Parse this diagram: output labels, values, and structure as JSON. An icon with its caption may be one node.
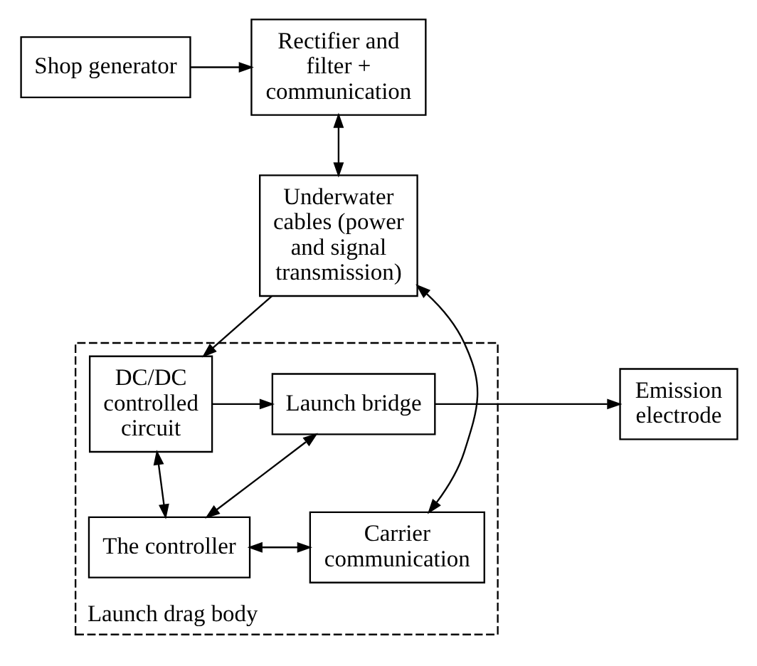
{
  "diagram": {
    "nodes": [
      {
        "text": [
          "Rectifier and filter + communication"
        ]
      },
      {
        "text": [
          "Shop generator"
        ]
      },
      {
        "text": [
          "Underwater cables (power and signal transmission)"
        ]
      },
      {
        "text": [
          "Launch drag body"
        ]
      },
      {
        "text": [
          "DC/DC controlled circuit"
        ],
        "in": 3
      },
      {
        "text": [
          "Launch bridge"
        ],
        "in": 3
      },
      {
        "text": [
          "Emission electrode"
        ]
      },
      {
        "text": [
          "Carrier communication"
        ],
        "in": 3
      },
      {
        "text": [
          "The controller"
        ],
        "in": 3
      }
    ],
    "edges": [
      {
        "from": 1,
        "to": 0,
        "arrow": "to"
      },
      {
        "from": 0,
        "to": 2,
        "arrow": "both"
      },
      {
        "from": 2,
        "to": 4,
        "arrow": "to"
      },
      {
        "from": 2,
        "to": 7,
        "arrow": "both"
      },
      {
        "from": 4,
        "to": 5,
        "arrow": "to"
      },
      {
        "from": 5,
        "to": 6,
        "arrow": "to"
      },
      {
        "from": 4,
        "to": 8,
        "arrow": "both"
      },
      {
        "from": 5,
        "to": 8,
        "arrow": "both"
      },
      {
        "from": 7,
        "to": 8,
        "arrow": "both"
      }
    ]
  }
}
